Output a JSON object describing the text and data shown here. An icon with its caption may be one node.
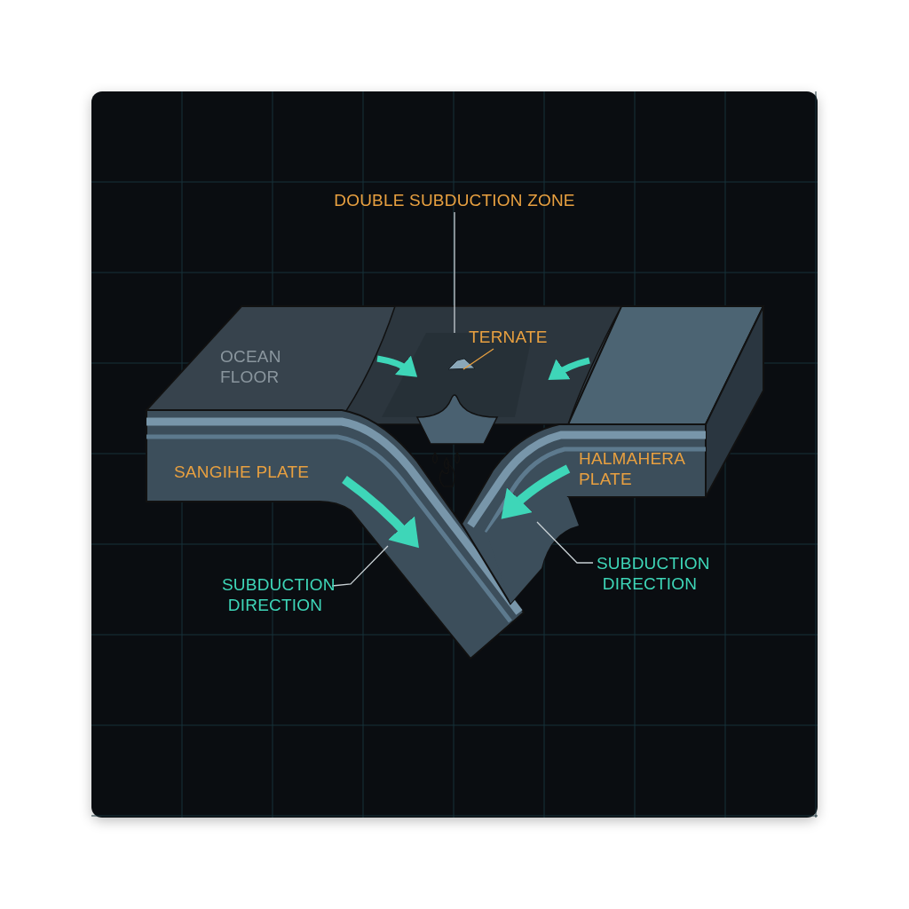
{
  "diagram": {
    "nodes": [
      {
        "text": [
          "DOUBLE SUBDUCTION ZONE"
        ]
      },
      {
        "text": [
          "TERNATE"
        ]
      },
      {
        "text": [
          "SUBDUCTION DIRECTION"
        ]
      },
      {
        "text": [
          "SUBDUCTION DIRECTION"
        ]
      },
      {
        "text": [],
        "shape": "picture"
      },
      {
        "text": [],
        "shape": "picture",
        "in": 4
      },
      {
        "text": [],
        "shape": "picture"
      }
    ],
    "edges": [
      {
        "from": 0,
        "to": 4,
        "arrow": "none"
      },
      {
        "from": 1,
        "to": 5,
        "arrow": "none",
        "color": "#e8a040"
      },
      {
        "from": 2,
        "to": null,
        "arrow": "none"
      },
      {
        "from": 3,
        "to": 6,
        "arrow": "none"
      }
    ],
    "labels": [
      "OCEAN FLOOR",
      "SANGIHE PLATE",
      "HALMAHERA PLATE"
    ]
  }
}
